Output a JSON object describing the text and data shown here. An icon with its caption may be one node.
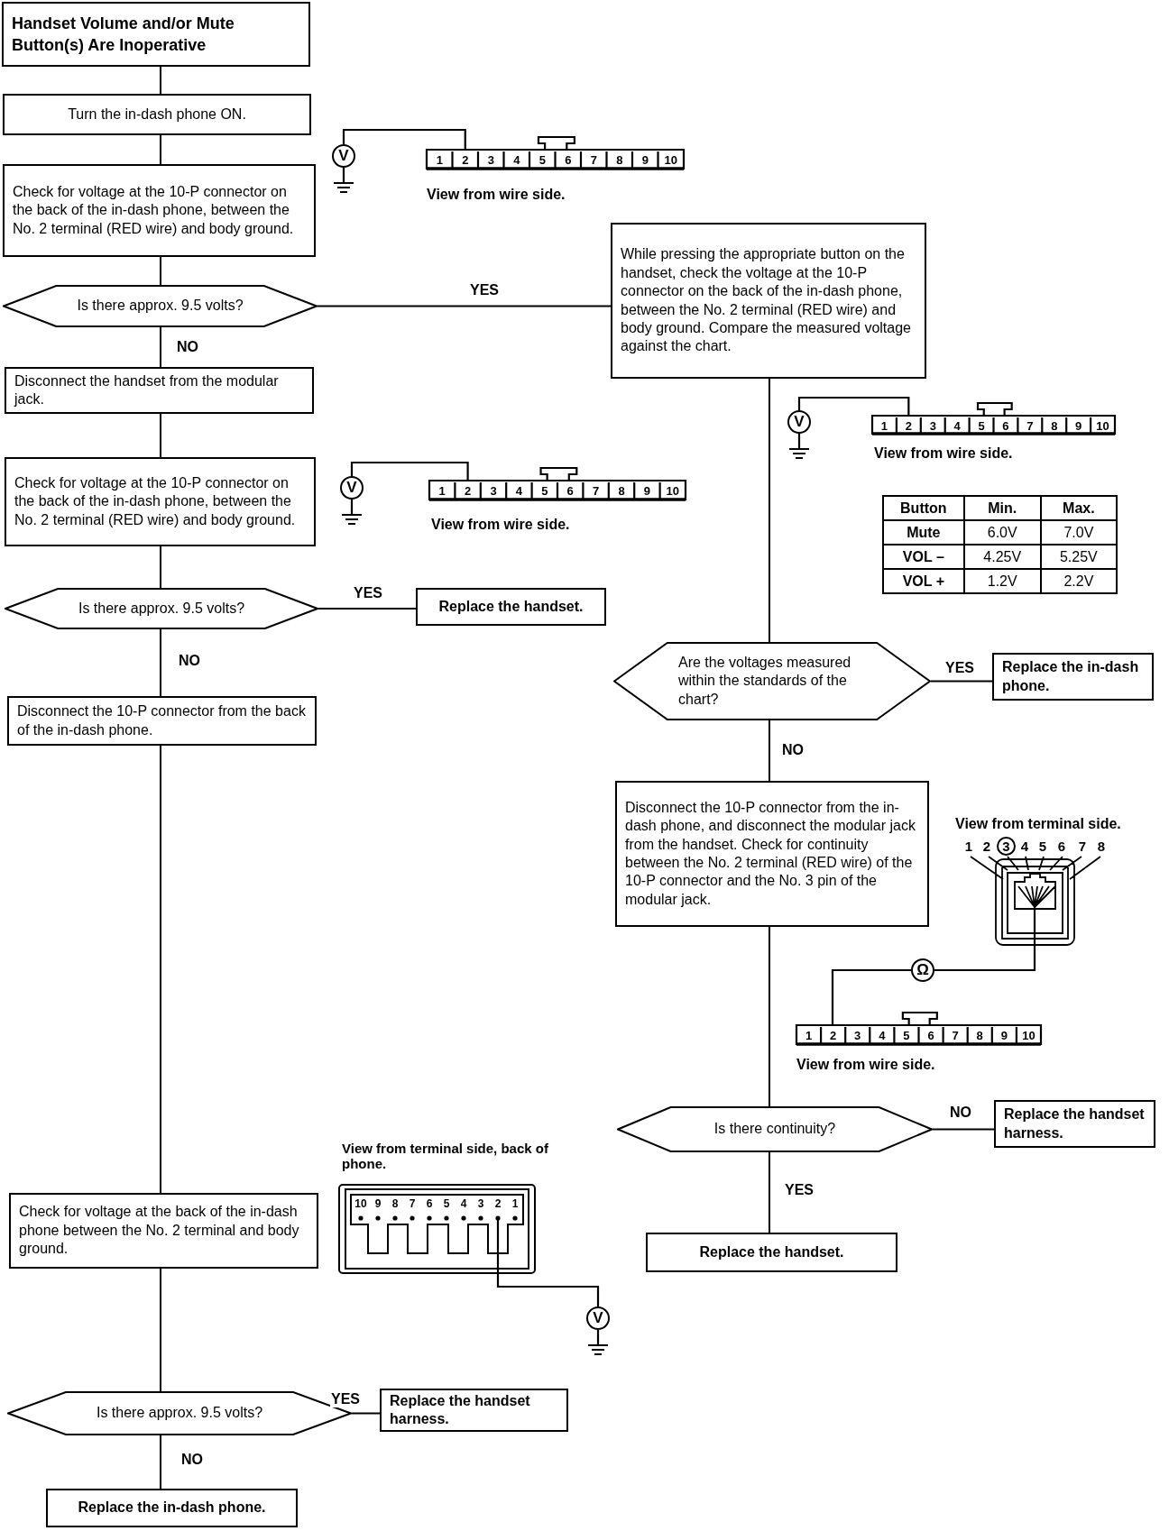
{
  "diagram": {
    "nodes": [
      {
        "text": [
          "Handset Volume and/or Mute Button(s) Are Inoperative"
        ]
      },
      {
        "text": [
          "Turn the in-dash phone ON."
        ]
      },
      {
        "text": [
          "Check for voltage at the 10-P connector on the back of the in-dash phone, between the No. 2 terminal (RED wire) and body ground."
        ]
      },
      {
        "text": [
          "Is there approx. 9.5 volts?"
        ]
      },
      {
        "text": [
          "Disconnect the handset from the modular jack."
        ]
      },
      {
        "text": [
          "Check for voltage at the 10-P connector on the back of the in-dash phone, between the No. 2 terminal (RED wire) and body ground."
        ]
      },
      {
        "text": [
          "Is there approx. 9.5 volts?"
        ]
      },
      {
        "text": [
          "Replace the handset."
        ]
      },
      {
        "text": [
          "Disconnect the 10-P connector from the back of the in-dash phone."
        ]
      },
      {
        "text": [
          "Check for voltage at the back of the in-dash phone between the No. 2 terminal and body ground."
        ]
      },
      {
        "text": [
          "Is there approx. 9.5 volts?"
        ]
      },
      {
        "text": [
          "Replace the handset harness."
        ]
      },
      {
        "text": [
          "Replace the in-dash phone."
        ]
      },
      {
        "text": [
          "While pressing the appropriate button on the handset, check the voltage at the 10-P connector on the back of the in-dash phone, between the No. 2 terminal (RED wire) and body ground. Compare the measured voltage against the chart."
        ]
      },
      {
        "text": [
          "Are the voltages measured within the standards of the chart?"
        ]
      },
      {
        "text": [
          "Replace the in-dash phone."
        ]
      },
      {
        "text": [
          "Disconnect the 10-P connector from the in-dash phone, and disconnect the modular jack from the handset. Check for continuity between the No. 2 terminal (RED wire) of the 10-P connector and the No. 3 pin of the modular jack."
        ]
      },
      {
        "text": [
          "Is there continuity?"
        ]
      },
      {
        "text": [
          "Replace the handset harness."
        ]
      },
      {
        "text": [
          "Replace the handset."
        ]
      }
    ],
    "edges": [
      {
        "from": 0,
        "to": 1,
        "arrow": "none"
      },
      {
        "from": 1,
        "to": 2,
        "arrow": "none"
      },
      {
        "from": 2,
        "to": 3,
        "arrow": "none"
      },
      {
        "from": 3,
        "to": 13,
        "arrow": "none",
        "label": "YES"
      },
      {
        "from": 3,
        "to": 4,
        "arrow": "none",
        "label": "NO"
      },
      {
        "from": 4,
        "to": 5,
        "arrow": "none"
      },
      {
        "from": 5,
        "to": 6,
        "arrow": "none"
      },
      {
        "from": 6,
        "to": 7,
        "arrow": "none",
        "label": "YES"
      },
      {
        "from": 6,
        "to": 8,
        "arrow": "none",
        "label": "NO"
      },
      {
        "from": 8,
        "to": 9,
        "arrow": "none"
      },
      {
        "from": 9,
        "to": 10,
        "arrow": "none"
      },
      {
        "from": 10,
        "to": 11,
        "arrow": "none",
        "label": "YES"
      },
      {
        "from": 10,
        "to": 12,
        "arrow": "none",
        "label": "NO"
      },
      {
        "from": 13,
        "to": 14,
        "arrow": "none"
      },
      {
        "from": 14,
        "to": 15,
        "arrow": "none",
        "label": "YES"
      },
      {
        "from": 14,
        "to": 16,
        "arrow": "none",
        "label": "NO"
      },
      {
        "from": 16,
        "to": 17,
        "arrow": "none"
      },
      {
        "from": 17,
        "to": 18,
        "arrow": "none",
        "label": "NO"
      },
      {
        "from": 17,
        "to": 19,
        "arrow": "none",
        "label": "YES"
      }
    ],
    "labels": [
      "V",
      "1",
      "2",
      "3",
      "4",
      "5",
      "6",
      "7",
      "8",
      "9",
      "10",
      "View from wire side.",
      "V",
      "1",
      "2",
      "3",
      "4",
      "5",
      "6",
      "7",
      "8",
      "9",
      "10",
      "View from wire side.",
      "V",
      "1",
      "2",
      "3",
      "4",
      "5",
      "6",
      "7",
      "8",
      "9",
      "10",
      "View from wire side.",
      "Button",
      "Min.",
      "Max.",
      "Mute",
      "6.0V",
      "7.0V",
      "VOL –",
      "4.25V",
      "5.25V",
      "VOL +",
      "1.2V",
      "2.2V",
      "View from terminal side.",
      "1",
      "2",
      "3",
      "4",
      "5",
      "6",
      "7",
      "8",
      "Ω",
      "1",
      "2",
      "3",
      "4",
      "5",
      "6",
      "7",
      "8",
      "9",
      "10",
      "View from wire side.",
      "View from terminal side, back of phone.",
      "10",
      "9",
      "8",
      "7",
      "6",
      "5",
      "4",
      "3",
      "2",
      "1",
      "V"
    ]
  }
}
